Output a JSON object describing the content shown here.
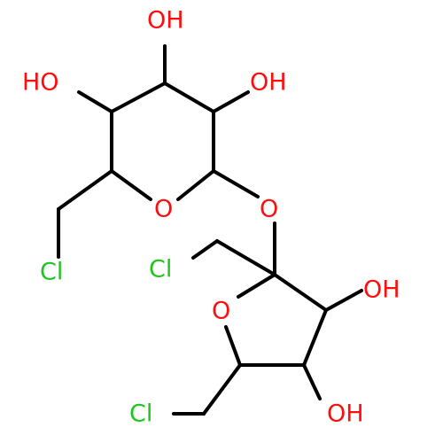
{
  "molecule": {
    "colors": {
      "bond": "#000000",
      "oxygen": "#ff0d0d",
      "chlorine": "#1fc41f"
    },
    "labels": {
      "oh_top": "OH",
      "ho_left": "HO",
      "oh_right": "OH",
      "ring_o_upper": "O",
      "bridge_o": "O",
      "cl_left": "Cl",
      "cl_mid": "Cl",
      "oh_lower_right": "OH",
      "ring_o_lower": "O",
      "oh_bottom": "OH",
      "cl_bottom": "Cl"
    }
  }
}
